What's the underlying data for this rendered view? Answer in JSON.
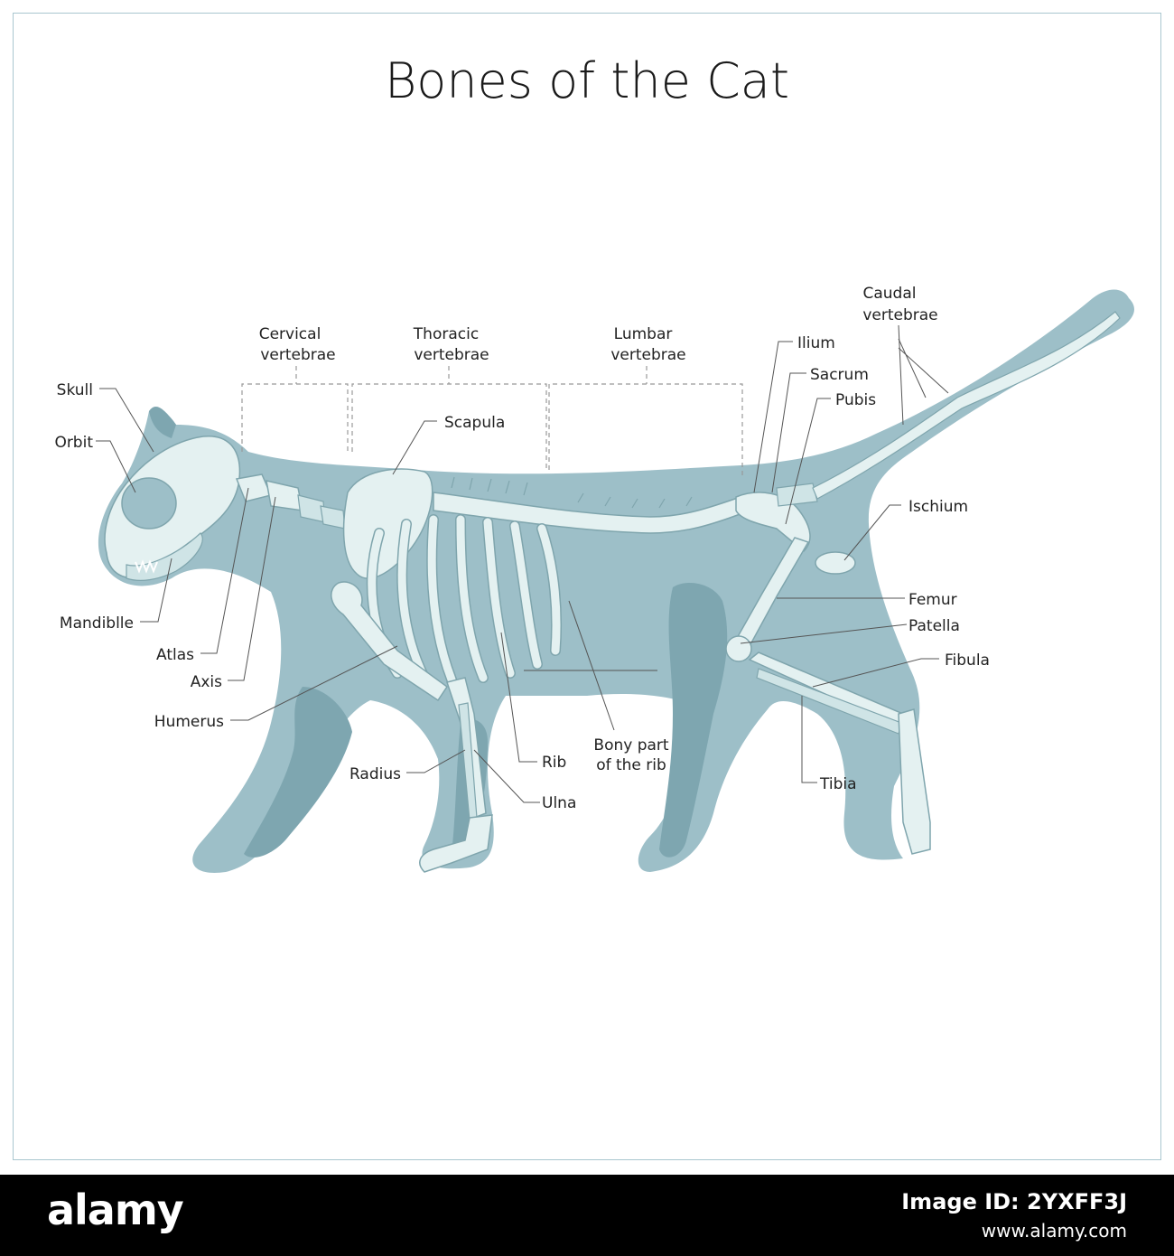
{
  "title": "Bones of the Cat",
  "labels": {
    "skull": "Skull",
    "orbit": "Orbit",
    "mandible": "Mandiblle",
    "atlas": "Atlas",
    "axis": "Axis",
    "humerus": "Humerus",
    "radius": "Radius",
    "ulna": "Ulna",
    "rib": "Rib",
    "bony_part_1": "Bony part",
    "bony_part_2": "of the rib",
    "scapula": "Scapula",
    "cervical_1": "Cervical",
    "cervical_2": "vertebrae",
    "thoracic_1": "Thoracic",
    "thoracic_2": "vertebrae",
    "lumbar_1": "Lumbar",
    "lumbar_2": "vertebrae",
    "caudal_1": "Caudal",
    "caudal_2": "vertebrae",
    "ilium": "Ilium",
    "sacrum": "Sacrum",
    "pubis": "Pubis",
    "ischium": "Ischium",
    "femur": "Femur",
    "patella": "Patella",
    "fibula": "Fibula",
    "tibia": "Tibia"
  },
  "colors": {
    "silhouette": "#9dbfc8",
    "silhouette_dark": "#7ea6b0",
    "bone": "#e4f1f1",
    "frame": "#a9c6cf"
  },
  "footer": {
    "brand": "alamy",
    "image_id": "Image ID: 2YXFF3J",
    "url": "www.alamy.com"
  }
}
